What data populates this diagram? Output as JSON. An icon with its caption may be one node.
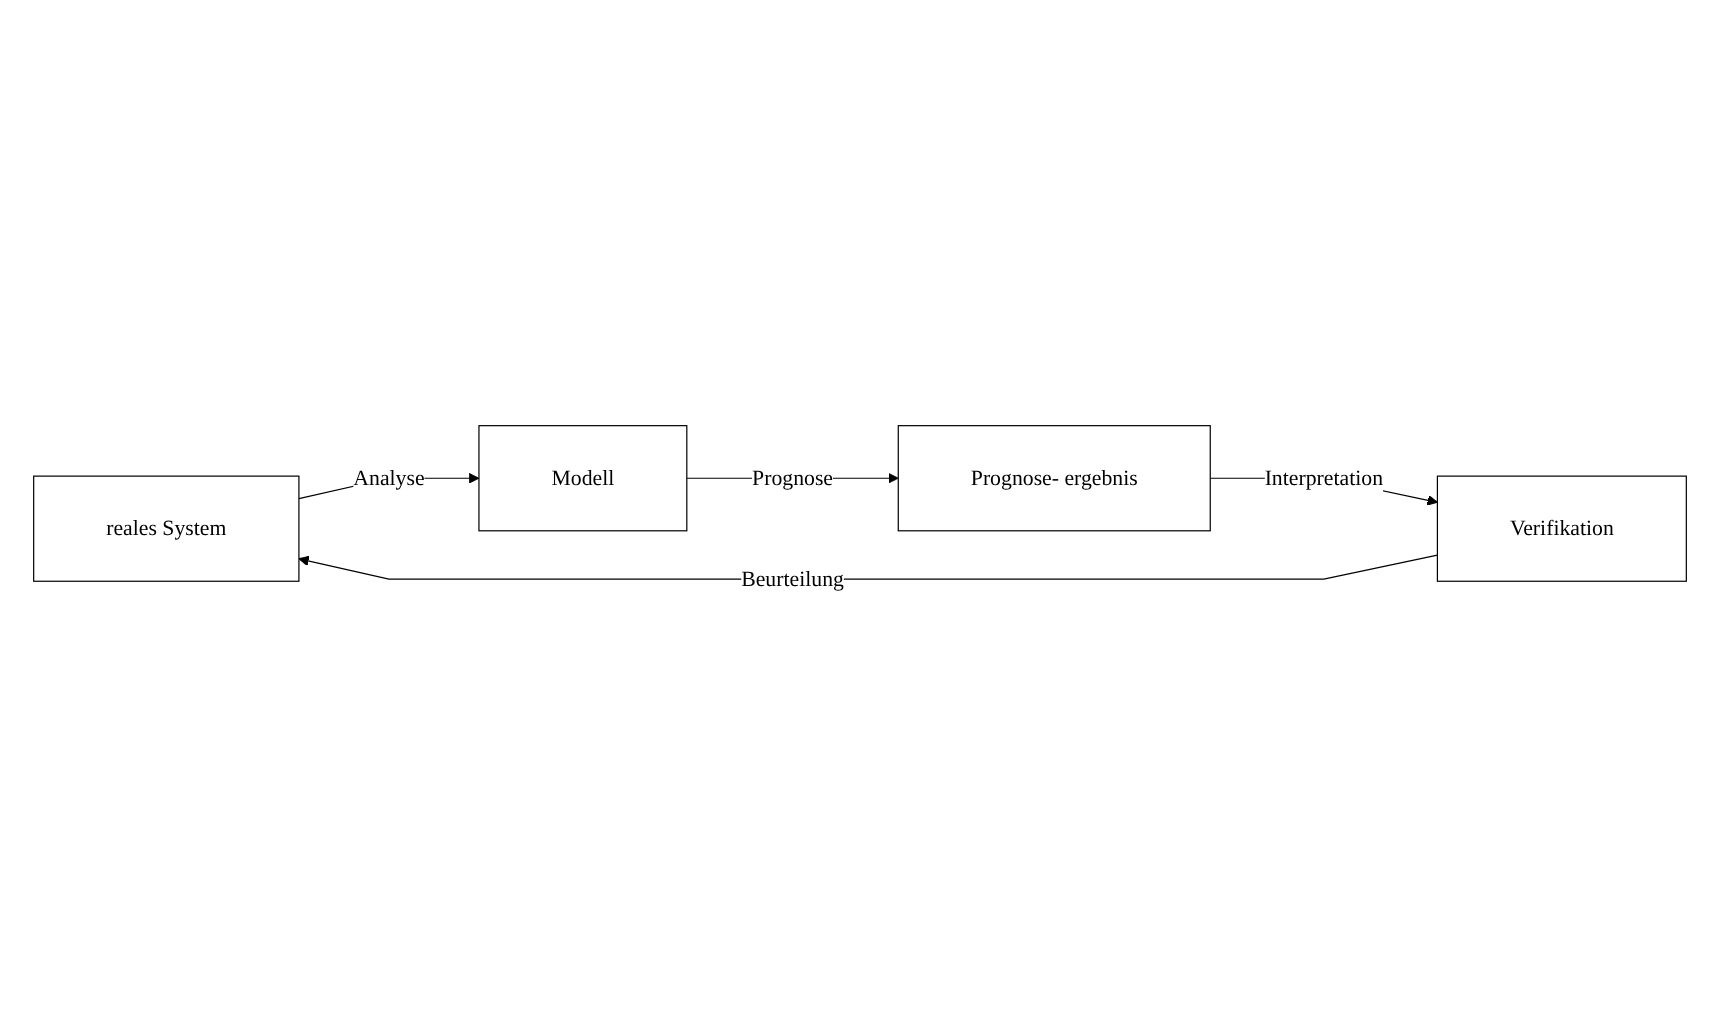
{
  "diagram": {
    "nodes": [
      {
        "text": [
          "reales System"
        ]
      },
      {
        "text": [
          "Modell"
        ]
      },
      {
        "text": [
          "Prognose- ergebnis"
        ]
      },
      {
        "text": [
          "Verifikation"
        ]
      }
    ],
    "edges": [
      {
        "from": 0,
        "to": 1,
        "arrow": "to",
        "label": "Analyse"
      },
      {
        "from": 1,
        "to": 2,
        "arrow": "to",
        "label": "Prognose"
      },
      {
        "from": 2,
        "to": 3,
        "arrow": "to",
        "label": "Interpretation"
      },
      {
        "from": 3,
        "to": 0,
        "arrow": "to",
        "label": "Beurteilung"
      }
    ]
  }
}
